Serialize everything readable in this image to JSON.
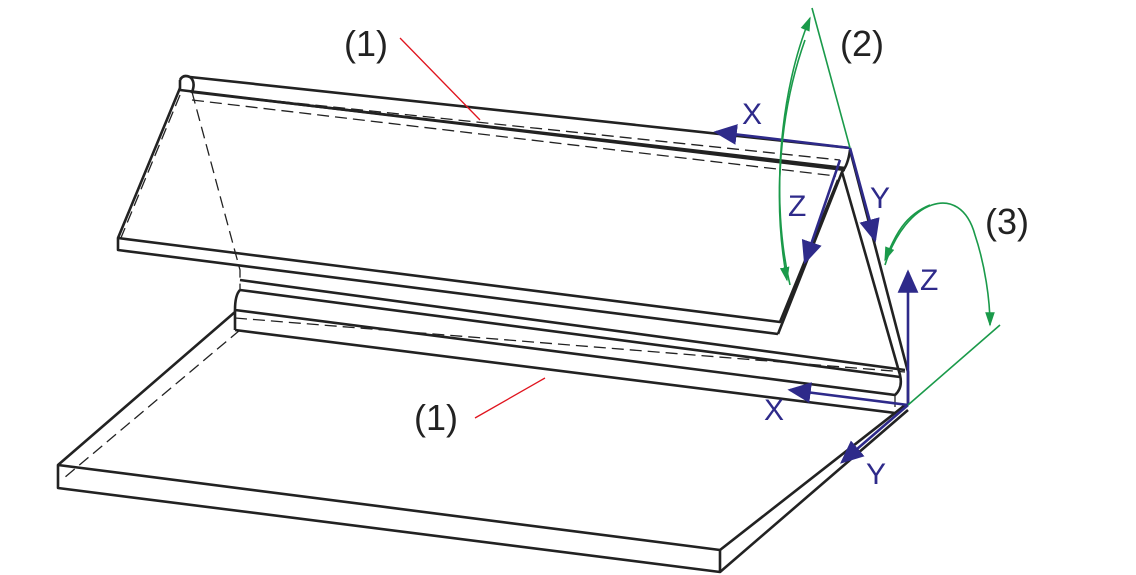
{
  "labels": {
    "edge_top": "(1)",
    "edge_bottom": "(1)",
    "angle_2": "(2)",
    "angle_3": "(3)"
  },
  "axes": {
    "upper": {
      "x": "X",
      "y": "Y",
      "z": "Z"
    },
    "lower": {
      "x": "X",
      "y": "Y",
      "z": "Z"
    }
  },
  "colors": {
    "outline": "#222222",
    "axis": "#2e2a8a",
    "angle": "#1a9a4a",
    "leader": "#e0141e"
  }
}
